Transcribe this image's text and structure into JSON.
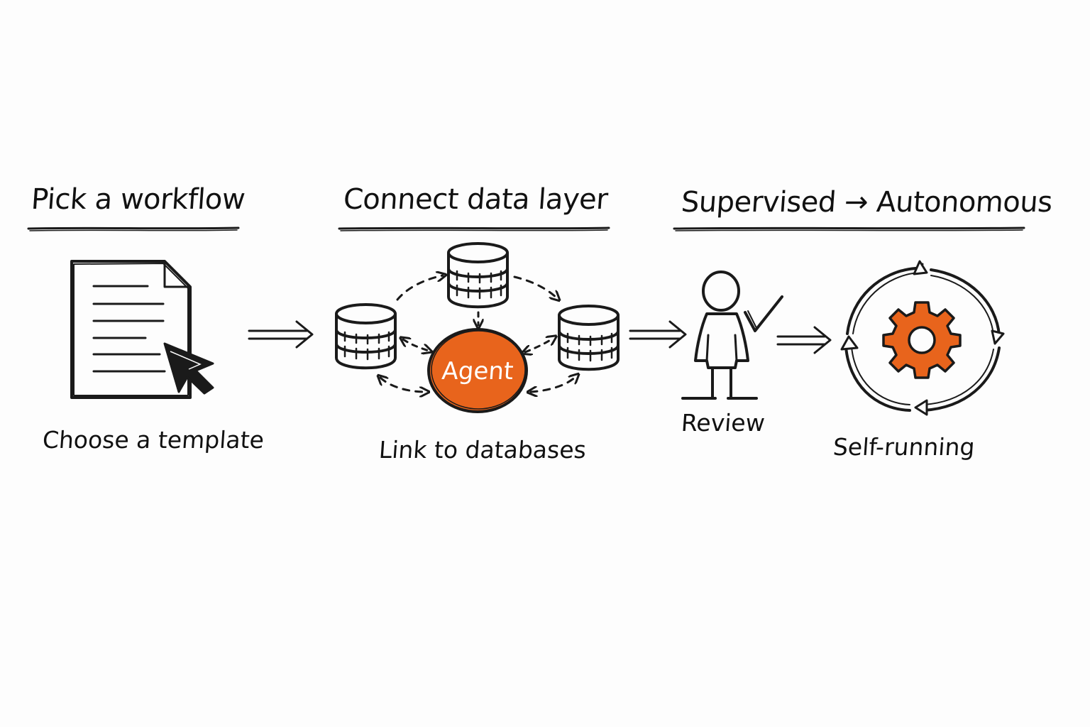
{
  "colors": {
    "accent": "#e8641c",
    "ink": "#1a1a1a",
    "background": "#fdfdfd"
  },
  "steps": [
    {
      "heading": "Pick a workflow",
      "caption": "Choose a template",
      "icon": "document-cursor-icon"
    },
    {
      "heading": "Connect data layer",
      "caption": "Link to databases",
      "center_label": "Agent",
      "icon": "database-icon"
    },
    {
      "heading": "Supervised → Autonomous",
      "captions": [
        "Review",
        "Self-running"
      ],
      "icons": [
        "person-check-icon",
        "gear-cycle-icon"
      ]
    }
  ]
}
